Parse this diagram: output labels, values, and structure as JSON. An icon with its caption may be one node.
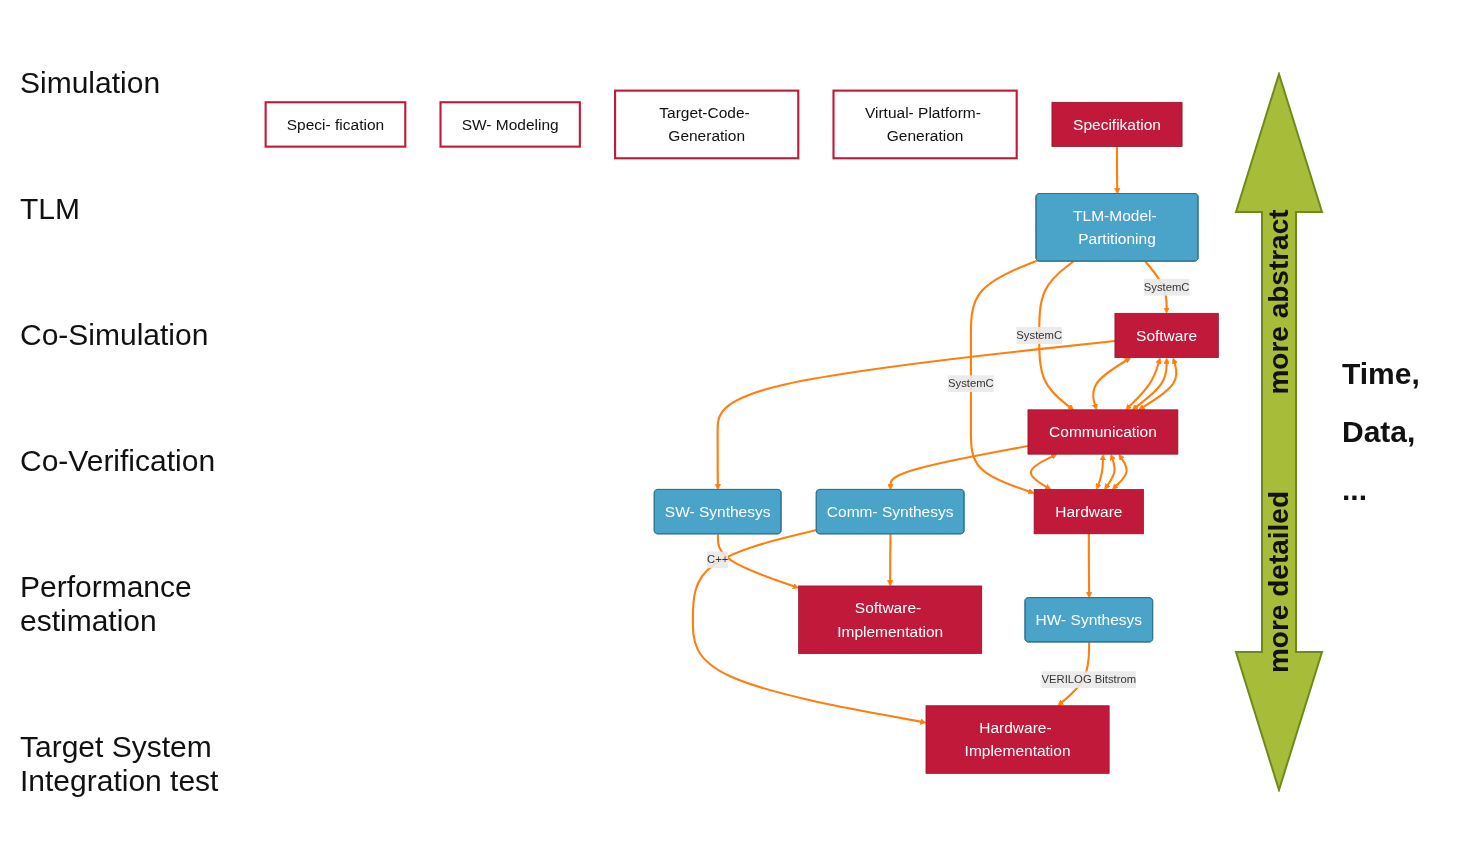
{
  "diagram": {
    "nodes": [
      {
        "text": [
          "Speci- fication"
        ]
      },
      {
        "text": [
          "SW- Modeling"
        ]
      },
      {
        "text": [
          "Target-Code- Generation"
        ]
      },
      {
        "text": [
          "Virtual- Platform- Generation"
        ]
      },
      {
        "text": [
          "Specifikation"
        ]
      },
      {
        "text": [
          "TLM-Model- Partitioning"
        ]
      },
      {
        "text": [
          "Software"
        ]
      },
      {
        "text": [
          "Communication"
        ]
      },
      {
        "text": [
          "Hardware"
        ]
      },
      {
        "text": [
          "SW- Synthesys"
        ]
      },
      {
        "text": [
          "Comm- Synthesys"
        ]
      },
      {
        "text": [
          "HW- Synthesys"
        ]
      },
      {
        "text": [
          "Software- Implementation"
        ]
      },
      {
        "text": [
          "Hardware- Implementation"
        ]
      }
    ],
    "edges": [
      {
        "from": 4,
        "to": 5,
        "arrow": "to"
      },
      {
        "from": 5,
        "to": 6,
        "arrow": "to",
        "label": "SystemC"
      },
      {
        "from": 5,
        "to": 7,
        "arrow": "to",
        "label": "SystemC"
      },
      {
        "from": 5,
        "to": 8,
        "arrow": "to",
        "label": "SystemC"
      },
      {
        "from": 6,
        "to": 7,
        "arrow": "both"
      },
      {
        "from": 6,
        "to": 7,
        "arrow": "both"
      },
      {
        "from": 6,
        "to": 7,
        "arrow": "both"
      },
      {
        "from": 6,
        "to": 7,
        "arrow": "both"
      },
      {
        "from": 7,
        "to": 8,
        "arrow": "both"
      },
      {
        "from": 7,
        "to": 8,
        "arrow": "both"
      },
      {
        "from": 7,
        "to": 8,
        "arrow": "both"
      },
      {
        "from": 7,
        "to": 8,
        "arrow": "both"
      },
      {
        "from": 6,
        "to": 9,
        "arrow": "to"
      },
      {
        "from": 7,
        "to": 10,
        "arrow": "to"
      },
      {
        "from": 8,
        "to": 11,
        "arrow": "to"
      },
      {
        "from": 9,
        "to": 12,
        "arrow": "to",
        "label": "C++"
      },
      {
        "from": 10,
        "to": 12,
        "arrow": "to"
      },
      {
        "from": 10,
        "to": 13,
        "arrow": "to"
      },
      {
        "from": 11,
        "to": 13,
        "arrow": "to",
        "label": "VERILOG Bitstrom"
      }
    ],
    "labels": [
      "Simulation",
      "TLM",
      "Co-Simulation",
      "Co-Verification",
      "Performance estimation",
      "Target System Integration test",
      "more abstract",
      "more detailed",
      "Time,",
      "Data,",
      "..."
    ]
  }
}
